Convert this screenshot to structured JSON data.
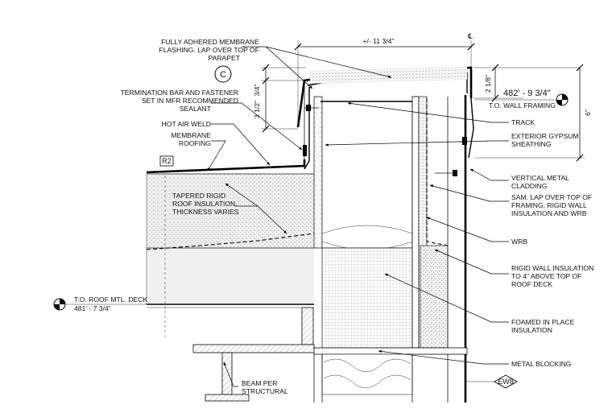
{
  "notes": {
    "membrane_flashing": [
      "FULLY ADHERED MEMBRANE",
      "FLASHING. LAP OVER TOP OF",
      "PARAPET"
    ],
    "termination_bar": [
      "TERMINATION BAR AND FASTENER",
      "SET IN MFR RECOMMENDED",
      "SEALANT"
    ],
    "hot_air_weld": [
      "HOT AIR WELD"
    ],
    "membrane_roofing": [
      "MEMBRANE",
      "ROOFING"
    ],
    "tapered_insulation": [
      "TAPERED  RIGID",
      "ROOF INSULATION.",
      "THICKNESS VARIES"
    ],
    "track": [
      "TRACK"
    ],
    "exterior_gypsum": [
      "EXTERIOR GYPSUM",
      "SHEATHING"
    ],
    "vertical_cladding": [
      "VERTICAL METAL",
      "CLADDING"
    ],
    "sam_lap": [
      "SAM. LAP OVER TOP OF",
      "FRAMING, RIGID WALL",
      "INSULATION AND WRB"
    ],
    "wrb": [
      "WRB"
    ],
    "rigid_wall_insulation": [
      "RIGID WALL INSULATION",
      "TO 4\" ABOVE TOP OF",
      "ROOF DECK"
    ],
    "foamed_insulation": [
      "FOAMED IN PLACE",
      "INSULATION"
    ],
    "metal_blocking": [
      "METAL BLOCKING"
    ],
    "beam": [
      "BEAM PER",
      "STRUCTURAL"
    ]
  },
  "dimensions": {
    "width_top": "+/- 11 3/4\"",
    "d_3_4": "3/4\"",
    "d_3_1_2": "3 1/2\"",
    "d_2_1_8": "2 1/8\"",
    "d_6": "6\""
  },
  "elevations": {
    "wall_framing_value": "482' - 9 3/4\"",
    "wall_framing_label": "T.O. WALL FRAMING",
    "roof_deck_label": "T.O. ROOF MTL. DECK",
    "roof_deck_value": "481' - 7 3/4\""
  },
  "tags": {
    "grid": "C",
    "centerline": "℄",
    "roof_type": "R2",
    "wall_type": "EW8"
  }
}
